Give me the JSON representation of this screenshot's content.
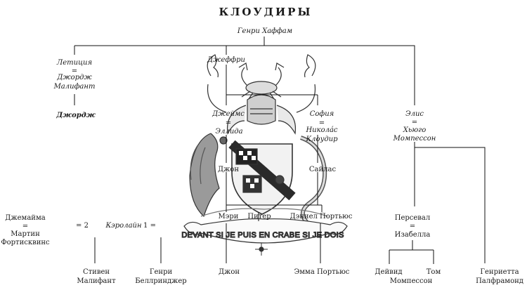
{
  "title": "КЛОУДИРЫ",
  "crest": {
    "motto": "DEVANT SI JE PUIS EN CRABE SI JE DOIS"
  },
  "people": {
    "henry": "Генри Хаффам",
    "leticia": "Летиция",
    "eq": "=",
    "george_malifant_1": "Джордж",
    "george_malifant_2": "Малифант",
    "george": "Джордж",
    "geoffrey": "Джеффри",
    "james": "Джеймс",
    "sofia": "София",
    "alice": "Элис",
    "alice_eq": "=",
    "hugo_1": "Хьюго",
    "hugo_2": "Момпессон",
    "jane": "Эллида",
    "nicholas_1": "Никола́с",
    "nicholas_2": "Клоудир",
    "john_mid": "Джон",
    "silas": "Сайлас",
    "mary": "Мэри",
    "peter": "Питер",
    "daniel": "Дэниел Портьюс",
    "jemima": "Джемайма",
    "jemima_eq": "=",
    "martin_1": "Мартин",
    "martin_2": "Фортисквинс",
    "mark2": "= 2",
    "caroline": "Кэролайн",
    "mark1": "1 =",
    "perseval": "Персевал",
    "perseval_eq": "=",
    "isabella": "Изабелла",
    "stephen_1": "Стивен",
    "stephen_2": "Малифант",
    "henry_b_1": "Генри",
    "henry_b_2": "Беллринджер",
    "john": "Джон",
    "emma": "Эмма Портьюс",
    "david_1": "Дейвид",
    "david_2": "Момпессон",
    "tom": "Том",
    "henrietta_1": "Генриетта",
    "henrietta_2": "Палфрамонд"
  }
}
